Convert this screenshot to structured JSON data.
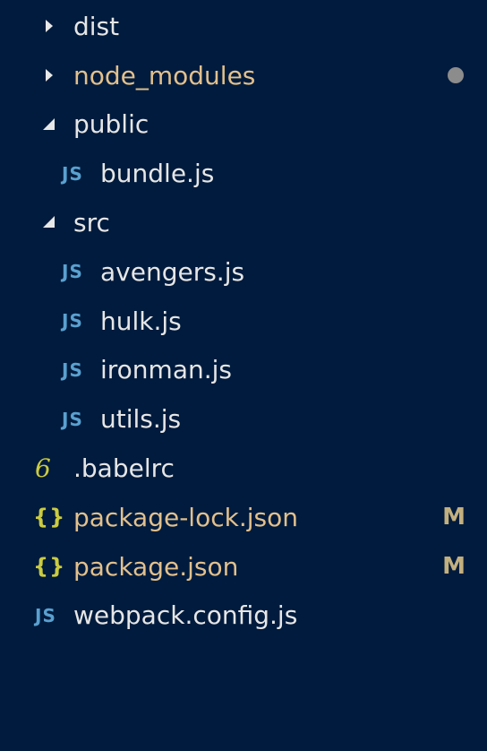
{
  "explorer": {
    "items": [
      {
        "label": "dist",
        "icon": "folder-closed-chevron-icon"
      },
      {
        "label": "node_modules",
        "icon": "folder-closed-chevron-icon",
        "status": "dot"
      },
      {
        "label": "public",
        "icon": "folder-open-chevron-icon"
      },
      {
        "label": "bundle.js",
        "icon": "js-file-icon",
        "icon_text": "JS"
      },
      {
        "label": "src",
        "icon": "folder-open-chevron-icon"
      },
      {
        "label": "avengers.js",
        "icon": "js-file-icon",
        "icon_text": "JS"
      },
      {
        "label": "hulk.js",
        "icon": "js-file-icon",
        "icon_text": "JS"
      },
      {
        "label": "ironman.js",
        "icon": "js-file-icon",
        "icon_text": "JS"
      },
      {
        "label": "utils.js",
        "icon": "js-file-icon",
        "icon_text": "JS"
      },
      {
        "label": ".babelrc",
        "icon": "babel-file-icon",
        "icon_text": "6"
      },
      {
        "label": "package-lock.json",
        "icon": "json-file-icon",
        "icon_text": "{}",
        "status": "M"
      },
      {
        "label": "package.json",
        "icon": "json-file-icon",
        "icon_text": "{}",
        "status": "M"
      },
      {
        "label": "webpack.config.js",
        "icon": "js-file-icon",
        "icon_text": "JS"
      }
    ]
  },
  "colors": {
    "background": "#001b3d",
    "text": "#e6e6e6",
    "modified_text": "#e2c08d",
    "js_icon": "#5aa0d0",
    "json_icon": "#cbcb41",
    "status_letter": "#c3b07f"
  }
}
